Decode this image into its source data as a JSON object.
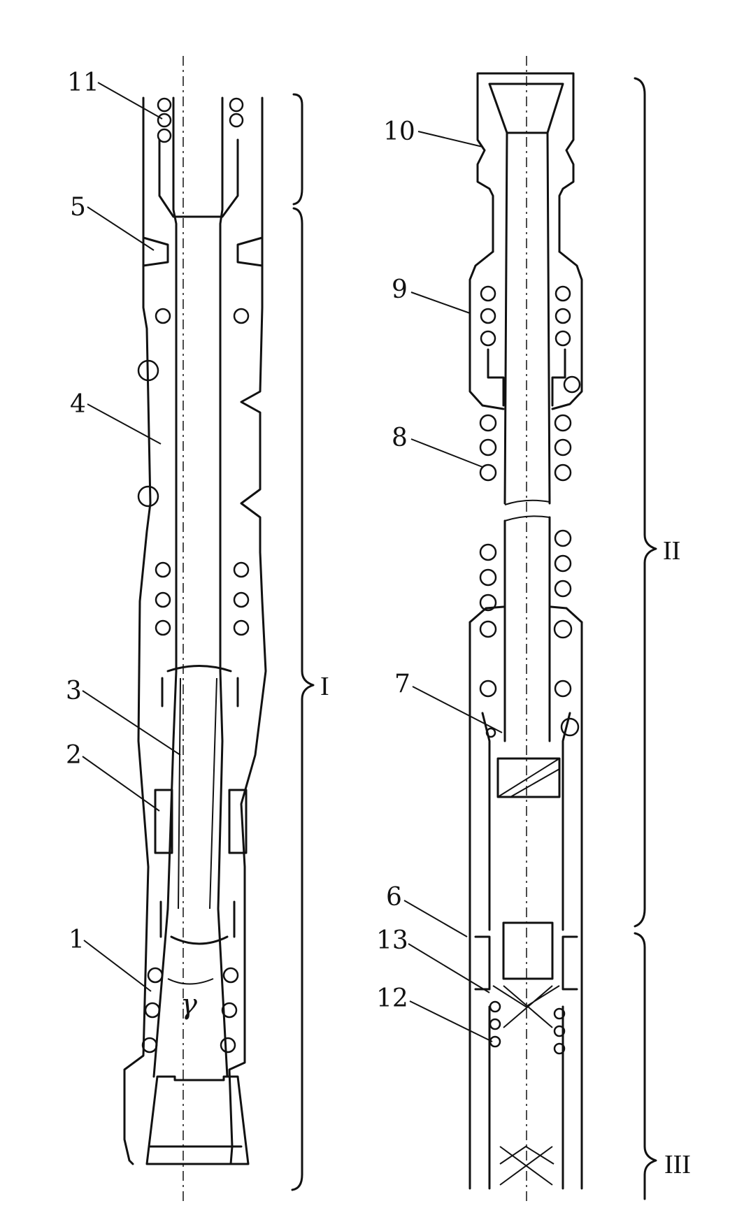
{
  "callouts": {
    "c1": "1",
    "c2": "2",
    "c3": "3",
    "c4": "4",
    "c5": "5",
    "c6": "6",
    "c7": "7",
    "c8": "8",
    "c9": "9",
    "c10": "10",
    "c11": "11",
    "c12": "12",
    "c13": "13"
  },
  "sections": {
    "s1": "I",
    "s2": "II",
    "s3": "III"
  },
  "angle_symbol": "γ"
}
